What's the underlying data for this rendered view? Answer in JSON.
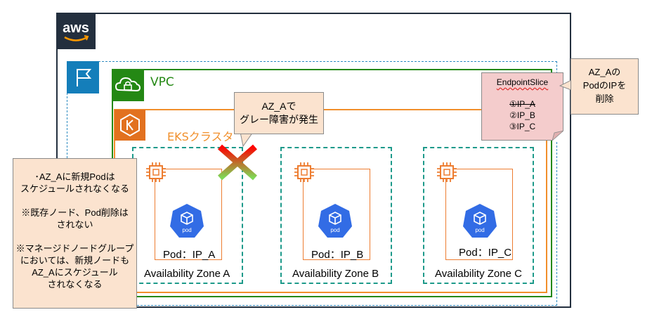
{
  "aws_logo_text": "aws",
  "vpc_label": "VPC",
  "eks_label": "EKSクラスタ",
  "availability_zones": [
    {
      "pod_label": "Pod：IP_A",
      "zone_label": "Availability Zone A"
    },
    {
      "pod_label": "Pod：IP_B",
      "zone_label": "Availability Zone B"
    },
    {
      "pod_label": "Pod：IP_C",
      "zone_label": "Availability Zone C"
    }
  ],
  "pod_icon_text": "pod",
  "gray_failure_callout": {
    "line1": "AZ_Aで",
    "line2": "グレー障害が発生"
  },
  "endpointslice": {
    "title": "EndpointSlice",
    "items": [
      "①IP_A",
      "②IP_B",
      "③IP_C"
    ]
  },
  "right_callout": {
    "line1": "AZ_Aの",
    "line2": "PodのIPを",
    "line3": "削除"
  },
  "left_callout": {
    "lines": [
      "･AZ_Aに新規Podは",
      "スケジュールされなくなる",
      "",
      "※既存ノード、Pod削除は",
      "されない",
      "",
      "※マネージドノードグループ",
      "においては、新規ノードも",
      "AZ_Aにスケジュール",
      "されなくなる"
    ]
  },
  "colors": {
    "aws_dark": "#232f3e",
    "region_blue": "#147eba",
    "vpc_green": "#248814",
    "eks_orange": "#f18f2b",
    "az_teal": "#1d9a8a",
    "pod_blue": "#326ce5",
    "callout_fill": "#fbe3cf",
    "endpointslice_fill": "#f4cccc",
    "failure_red": "#ff0000"
  }
}
